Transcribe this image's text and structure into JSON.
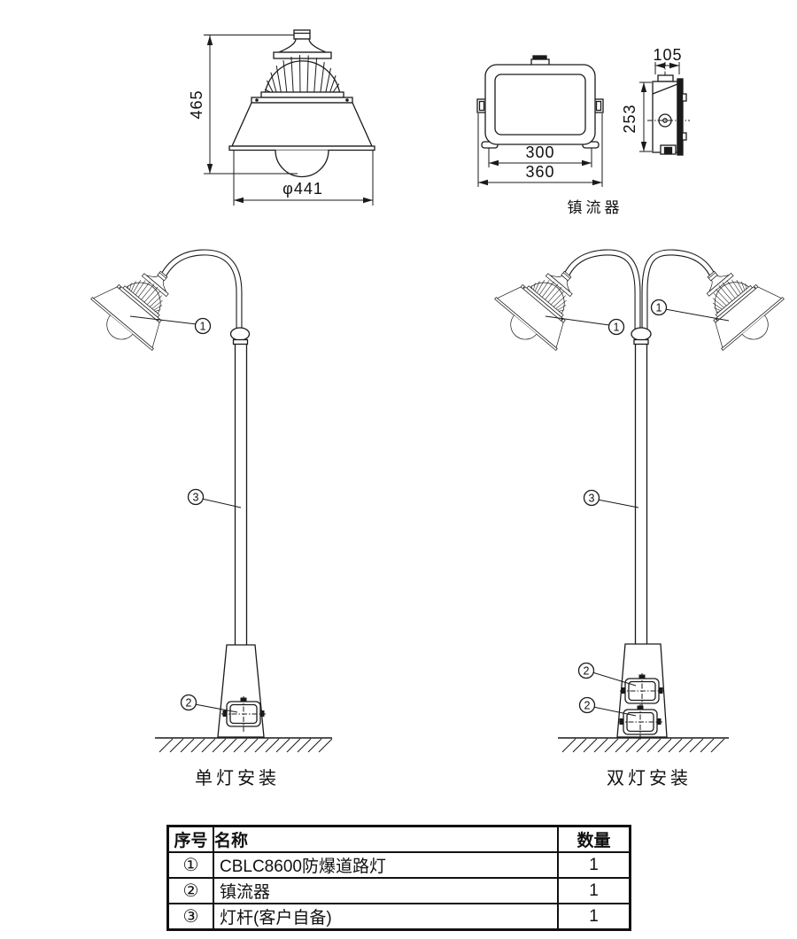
{
  "fixture_view": {
    "height_dim": "465",
    "diameter_dim": "φ441"
  },
  "ballast_view": {
    "caption": "镇流器",
    "inner_width_dim": "300",
    "outer_width_dim": "360",
    "depth_dim": "105",
    "height_dim": "253"
  },
  "installations": {
    "single_caption": "单灯安装",
    "double_caption": "双灯安装",
    "callout_lamp": "1",
    "callout_ballast": "2",
    "callout_pole": "3"
  },
  "parts_table": {
    "headers": [
      "序号",
      "名称",
      "数量"
    ],
    "rows": [
      {
        "no": "①",
        "name": "CBLC8600防爆道路灯",
        "qty": "1"
      },
      {
        "no": "②",
        "name": "镇流器",
        "qty": "1"
      },
      {
        "no": "③",
        "name": "灯杆(客户自备)",
        "qty": "1"
      }
    ]
  }
}
